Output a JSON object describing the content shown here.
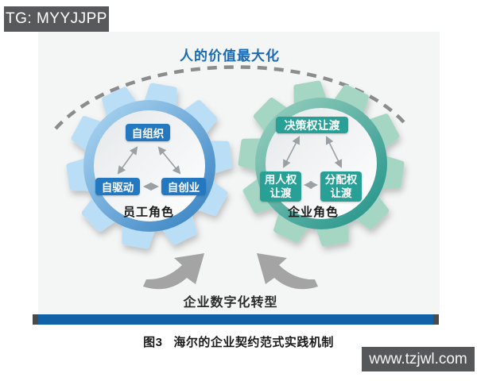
{
  "watermarks": {
    "telegram": "TG: MYYJJPP",
    "site": "www.tzjwl.com"
  },
  "diagram": {
    "title": "人的价值最大化",
    "employee_gear": {
      "role": "员工角色",
      "node_top": "自组织",
      "node_left": "自驱动",
      "node_right": "自创业"
    },
    "enterprise_gear": {
      "role": "企业角色",
      "node_top": "决策权让渡",
      "node_left": "用人权让渡",
      "node_right": "分配权让渡"
    },
    "transformation_label": "企业数字化转型"
  },
  "caption": {
    "figure_no": "图3",
    "text": "海尔的企业契约范式实践机制"
  },
  "colors": {
    "employee_accent": "#2b80c4",
    "enterprise_accent": "#29a096",
    "title_blue": "#1a6bb4",
    "bar_blue": "#1161a8"
  }
}
